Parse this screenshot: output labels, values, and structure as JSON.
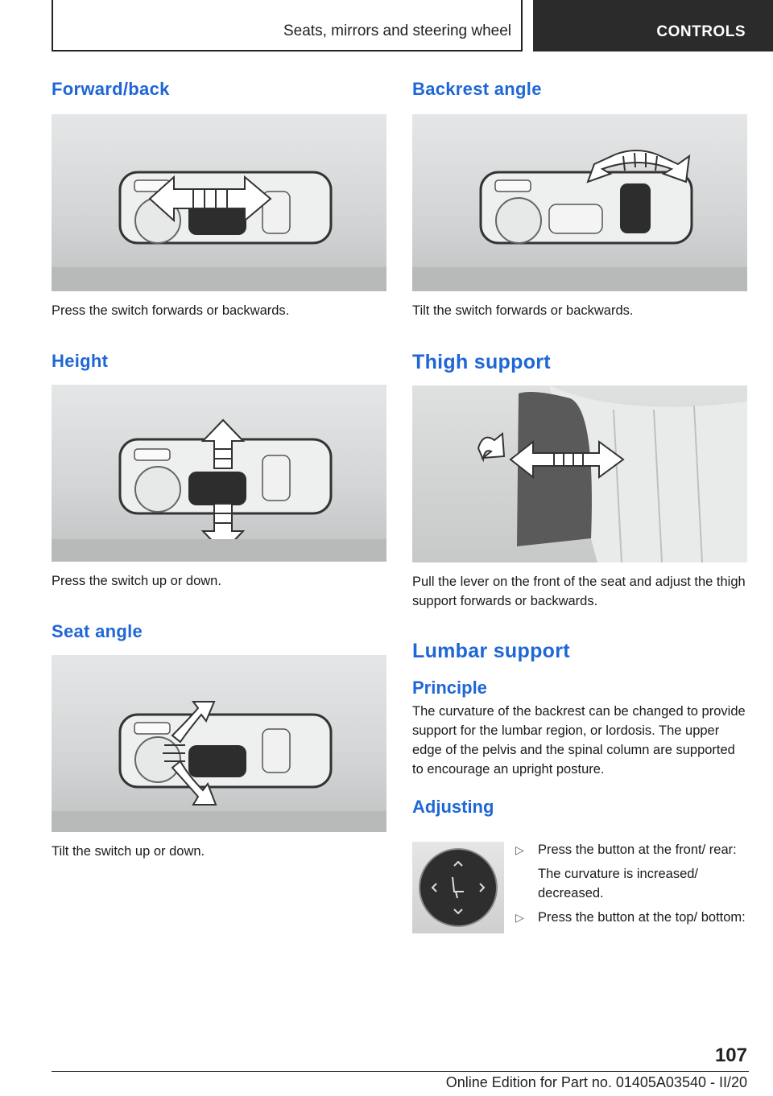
{
  "header": {
    "title": "Seats, mirrors and steering wheel",
    "tab": "CONTROLS"
  },
  "left": {
    "forward": {
      "heading": "Forward/back",
      "caption": "Press the switch forwards or backwards."
    },
    "height": {
      "heading": "Height",
      "caption": "Press the switch up or down."
    },
    "seat_angle": {
      "heading": "Seat angle",
      "caption": "Tilt the switch up or down."
    }
  },
  "right": {
    "backrest": {
      "heading": "Backrest angle",
      "caption": "Tilt the switch forwards or backwards."
    },
    "thigh": {
      "heading": "Thigh support",
      "caption": "Pull the lever on the front of the seat and adjust the thigh support forwards or backwards."
    },
    "lumbar": {
      "heading": "Lumbar support",
      "principle_heading": "Principle",
      "principle_text": "The curvature of the backrest can be changed to provide support for the lumbar region, or lordo­sis. The upper edge of the pelvis and the spinal column are supported to encourage an upright posture.",
      "adjusting_heading": "Adjusting",
      "bullet1": "Press the button at the front/ rear:",
      "bullet1_sub": "The curvature is increased/ decreased.",
      "bullet2": "Press the button at the top/ bottom:"
    }
  },
  "footer": {
    "page_number": "107",
    "edition": "Online Edition for Part no. 01405A03540 - II/20"
  }
}
